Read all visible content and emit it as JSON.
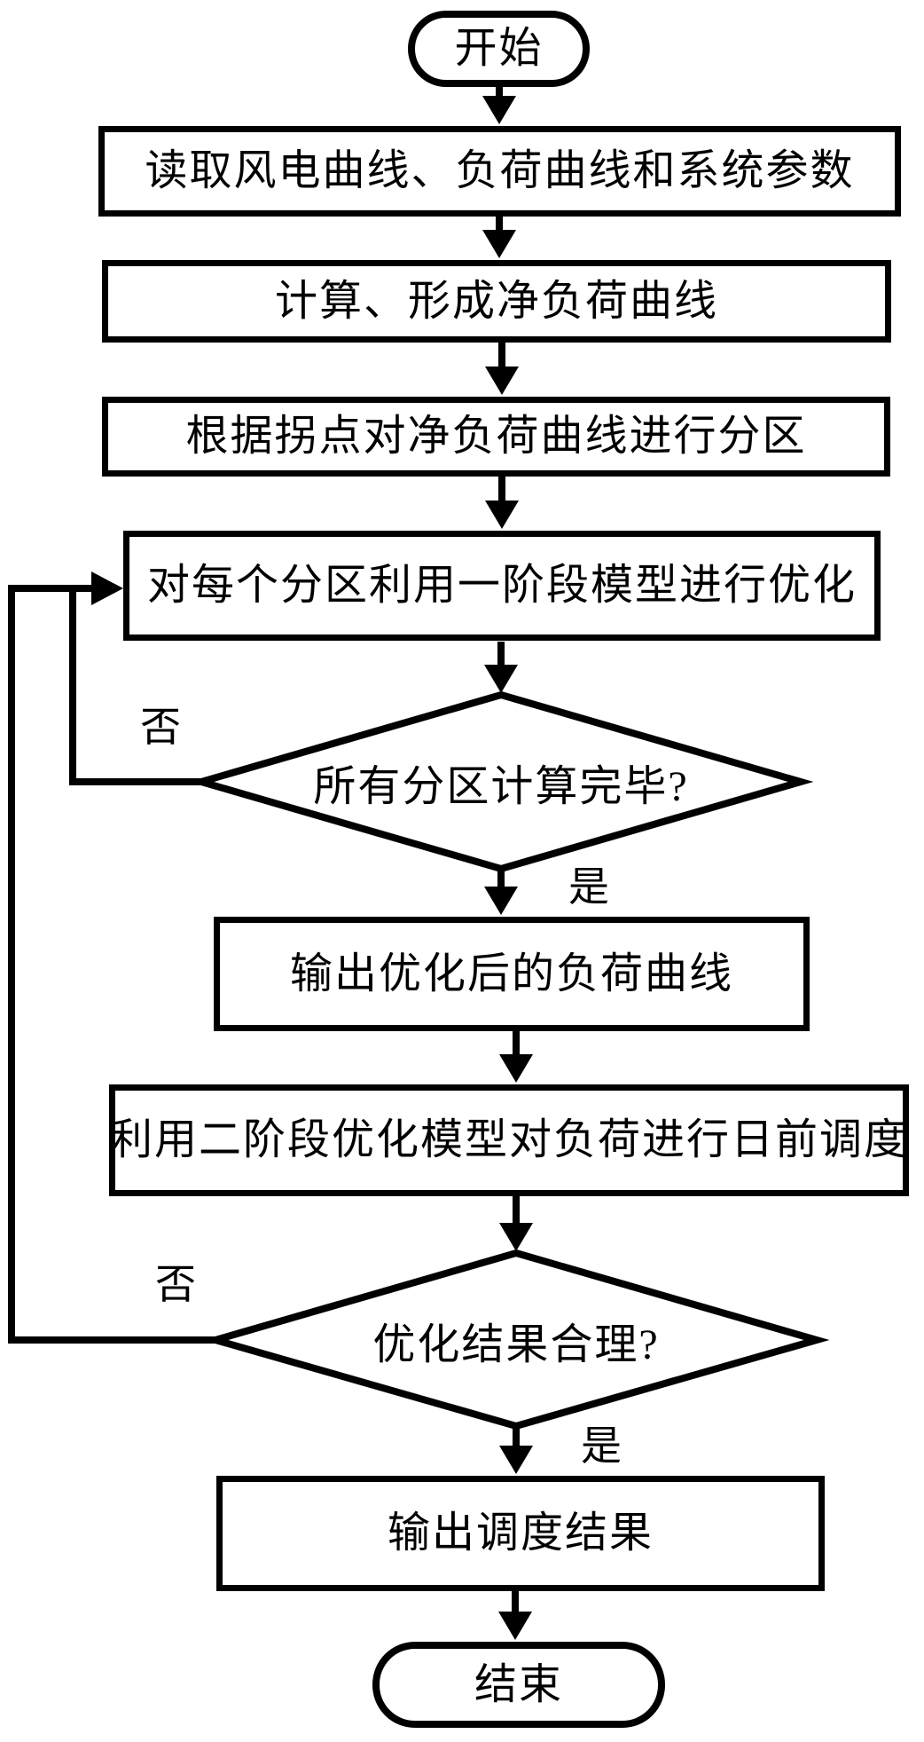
{
  "flowchart": {
    "start": "开始",
    "end": "结束",
    "steps": {
      "read_inputs": "读取风电曲线、负荷曲线和系统参数",
      "compute_net_load": "计算、形成净负荷曲线",
      "partition": "根据拐点对净负荷曲线进行分区",
      "optimize_stage1": "对每个分区利用一阶段模型进行优化",
      "output_optimized": "输出优化后的负荷曲线",
      "day_ahead_dispatch": "利用二阶段优化模型对负荷进行日前调度",
      "output_result": "输出调度结果"
    },
    "decisions": {
      "all_partitions_done": "所有分区计算完毕?",
      "result_reasonable": "优化结果合理?"
    },
    "branch_labels": {
      "yes": "是",
      "no": "否"
    },
    "colors": {
      "stroke": "#000000",
      "background": "#ffffff"
    }
  }
}
